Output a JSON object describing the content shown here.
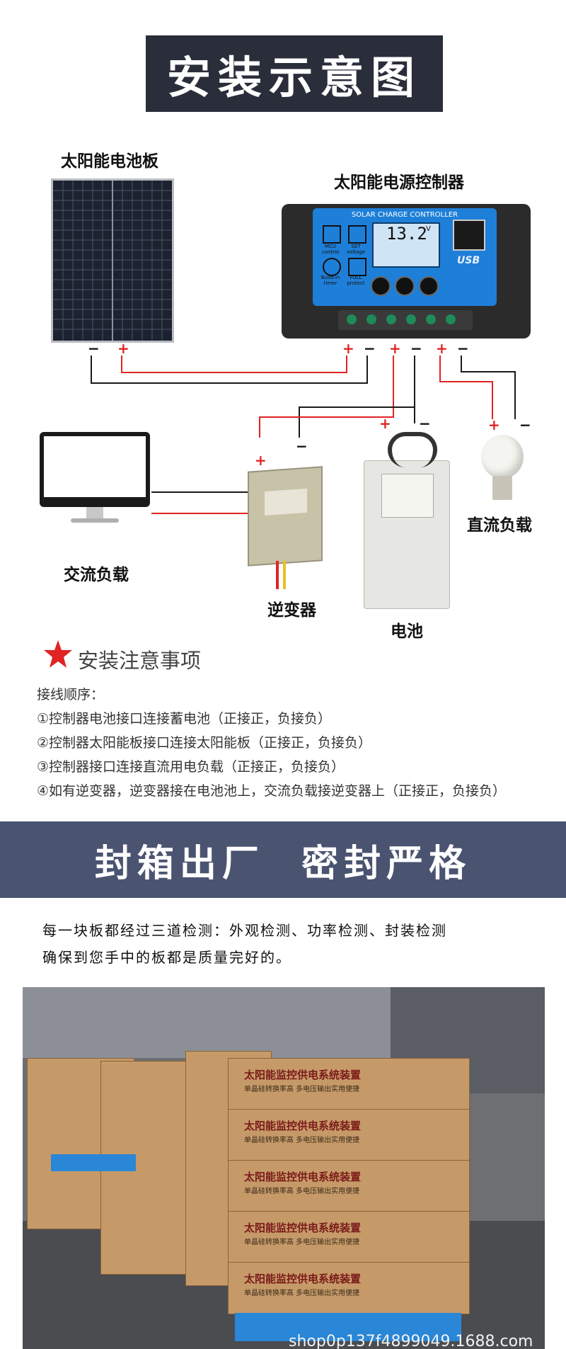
{
  "header": {
    "title": "安装示意图"
  },
  "diagram": {
    "solar_panel_label": "太阳能电池板",
    "controller_label": "太阳能电源控制器",
    "controller_banner": "SOLAR CHARGE CONTROLLER",
    "controller_display": "13.2",
    "controller_display_unit": "V",
    "controller_usb": "USB",
    "controller_btn_mcu": "MCU control",
    "controller_btn_set": "SET voltage",
    "controller_btn_build": "Build-in timer",
    "controller_btn_full": "FULL protect",
    "ac_load_label": "交流负载",
    "inverter_label": "逆变器",
    "battery_label": "电池",
    "dc_load_label": "直流负载",
    "plus": "+",
    "minus": "−"
  },
  "notes": {
    "title": "安装注意事项",
    "intro": "接线顺序：",
    "items": [
      "①控制器电池接口连接蓄电池（正接正，负接负）",
      "②控制器太阳能板接口连接太阳能板（正接正，负接负）",
      "③控制器接口连接直流用电负载（正接正，负接负）",
      "④如有逆变器，逆变器接在电池池上，交流负载接逆变器上（正接正，负接负）"
    ]
  },
  "banner": {
    "text": "封箱出厂  密封严格"
  },
  "description": {
    "line1": "每一块板都经过三道检测：外观检测、功率检测、封装检测",
    "line2": "确保到您手中的板都是质量完好的。"
  },
  "photo": {
    "box_title": "太阳能监控供电系统装置",
    "box_sub": "单晶硅转换率高   多电压输出实用便捷",
    "watermark": "shop0p137f4899049.1688.com"
  },
  "colors": {
    "header_bg": "#2a2e3a",
    "band_bg": "#4a5370",
    "wire_red": "#e02424",
    "controller_blue": "#1e7fd8"
  }
}
